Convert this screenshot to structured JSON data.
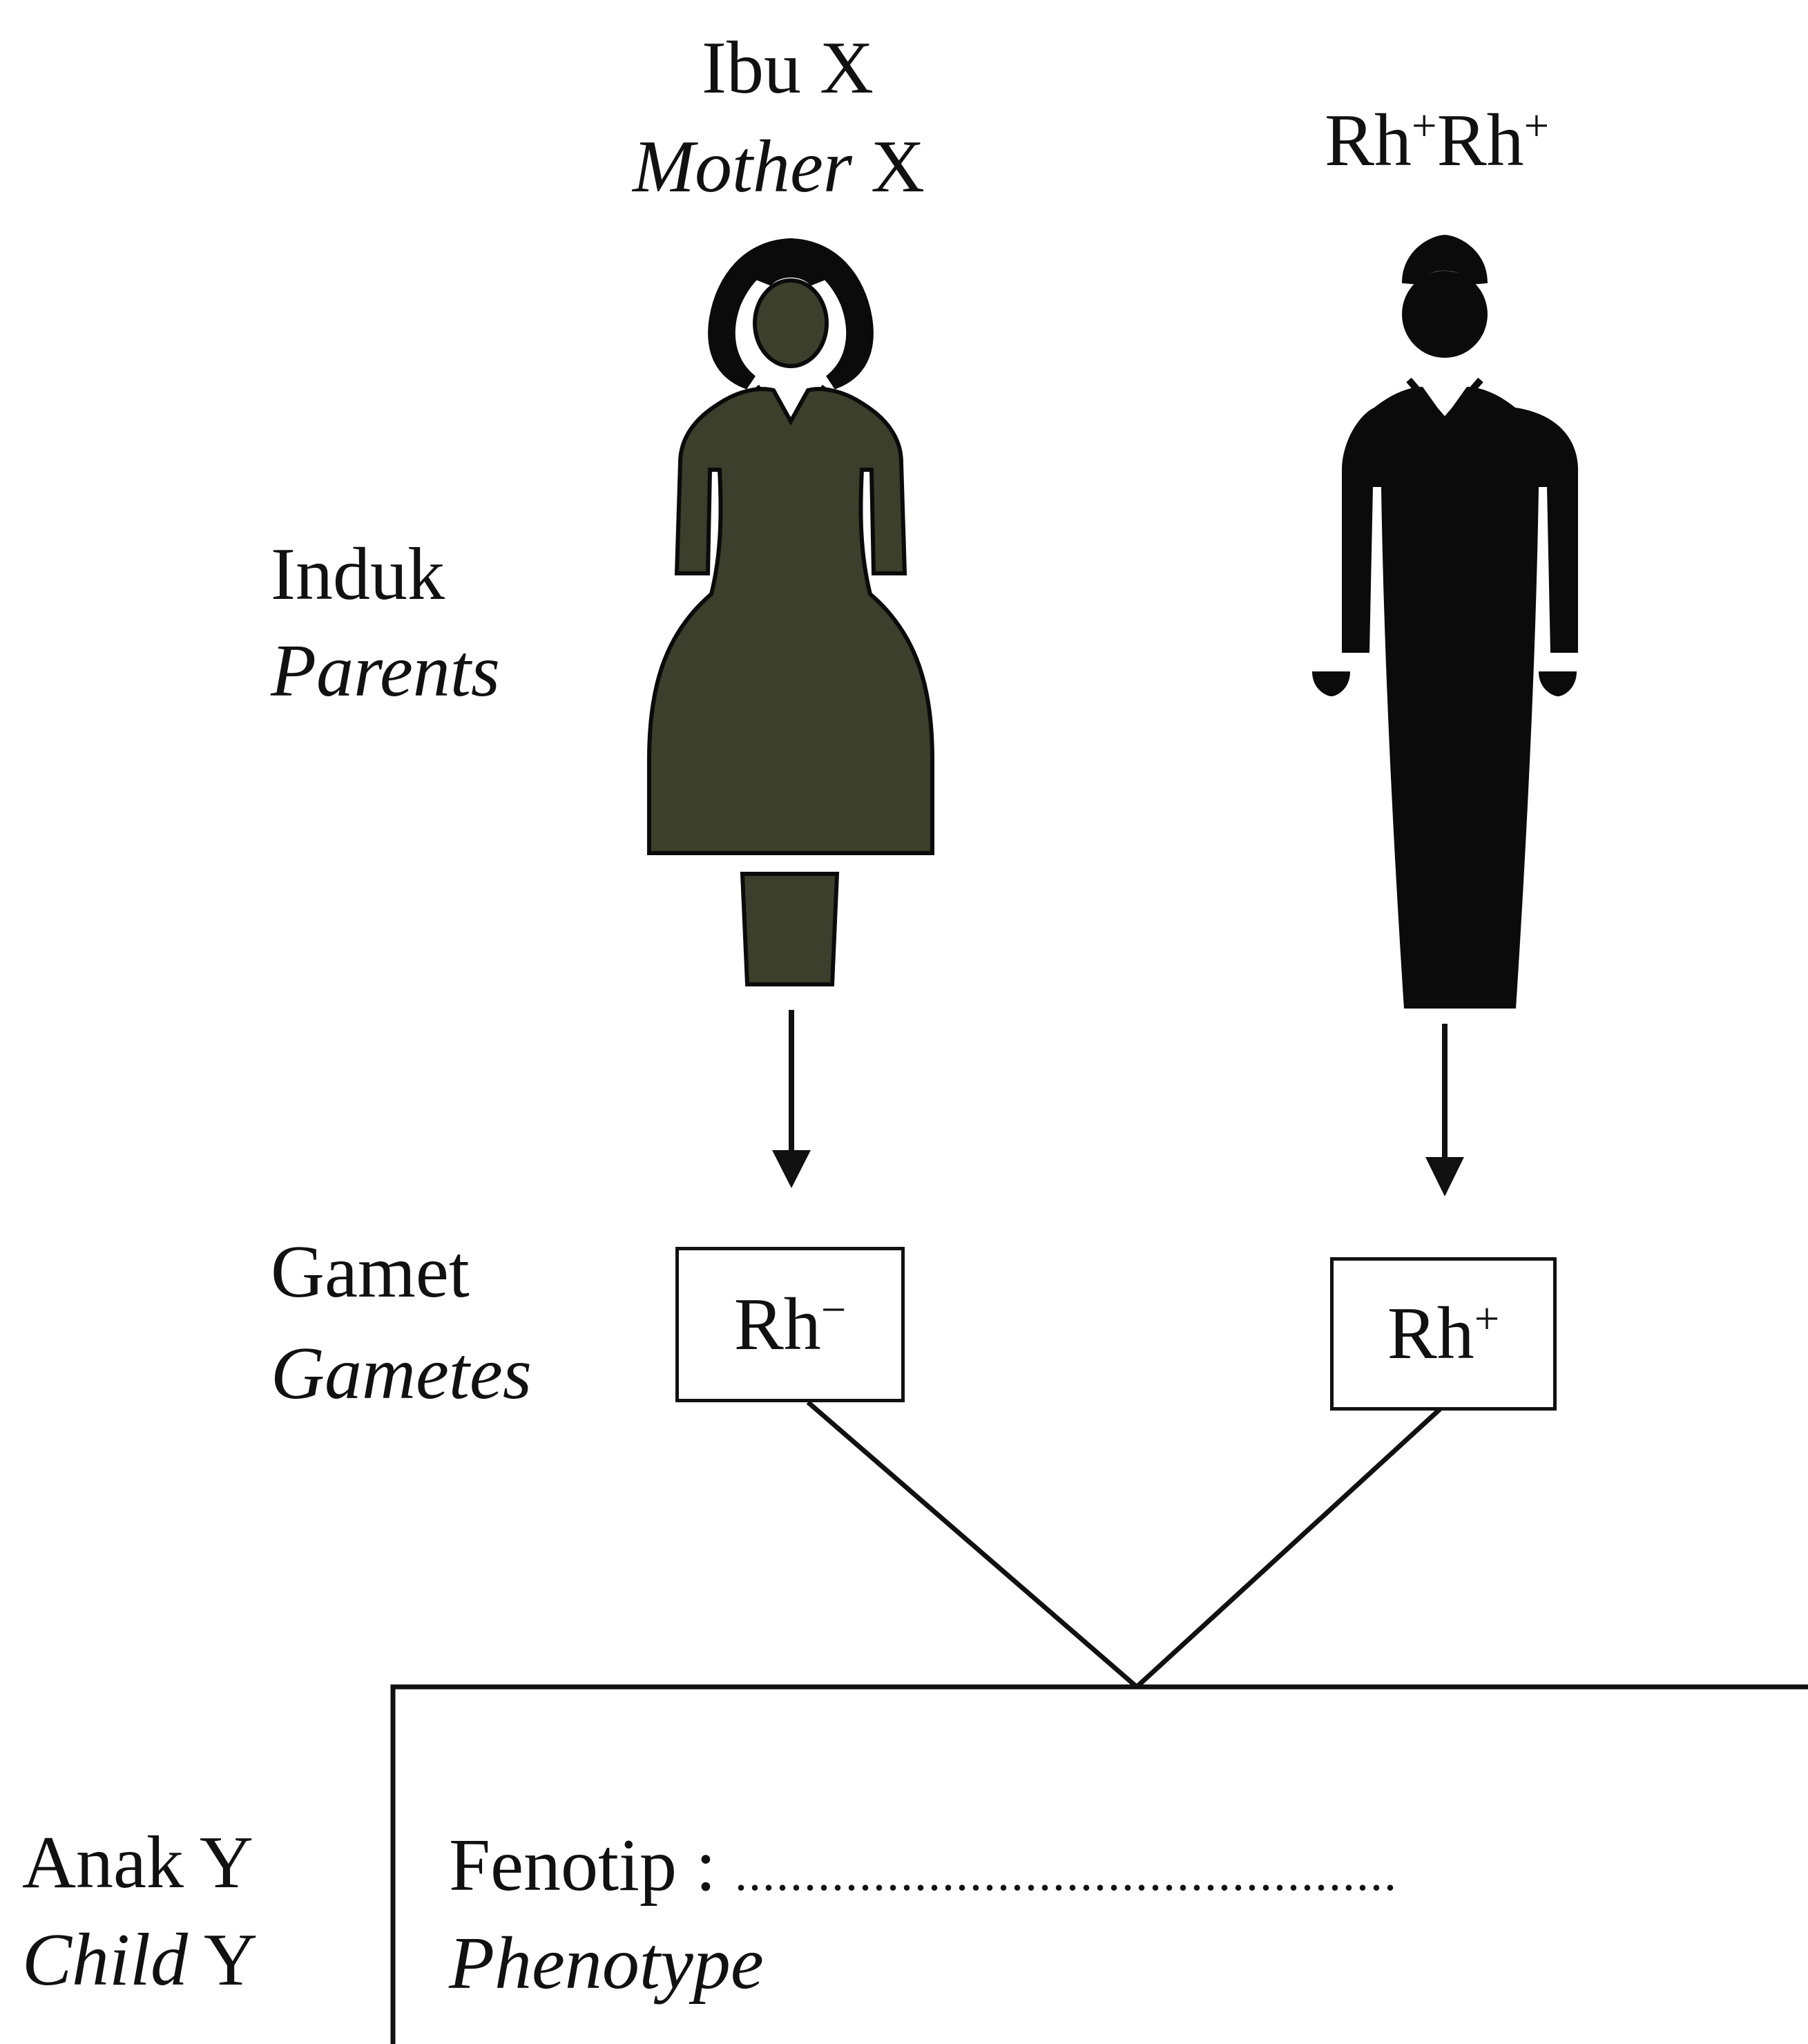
{
  "mother_label": {
    "line1": "Ibu X",
    "line2_italic": "Mother",
    "line2_rest": "X"
  },
  "father_label": {
    "base1": "Rh",
    "sup1": "+",
    "base2": "Rh",
    "sup2": "+"
  },
  "parents_label": {
    "malay": "Induk",
    "english": "Parents"
  },
  "gametes_label": {
    "malay": "Gamet",
    "english": "Gametes"
  },
  "mother_gamete": {
    "base": "Rh",
    "sup": "−"
  },
  "father_gamete": {
    "base": "Rh",
    "sup": "+"
  },
  "child_label": {
    "malay": "Anak Y",
    "english_italic": "Child",
    "english_rest": "Y"
  },
  "result_box": {
    "phenotype_malay": "Fenotip :",
    "phenotype_blank": "................................................",
    "phenotype_english": "Phenotype"
  },
  "colors": {
    "mother_fill": "#3c3f2c",
    "father_fill": "#0b0b0b",
    "line": "#111111"
  },
  "icons": {
    "mother": "woman-figure-icon",
    "father": "man-figure-icon"
  }
}
